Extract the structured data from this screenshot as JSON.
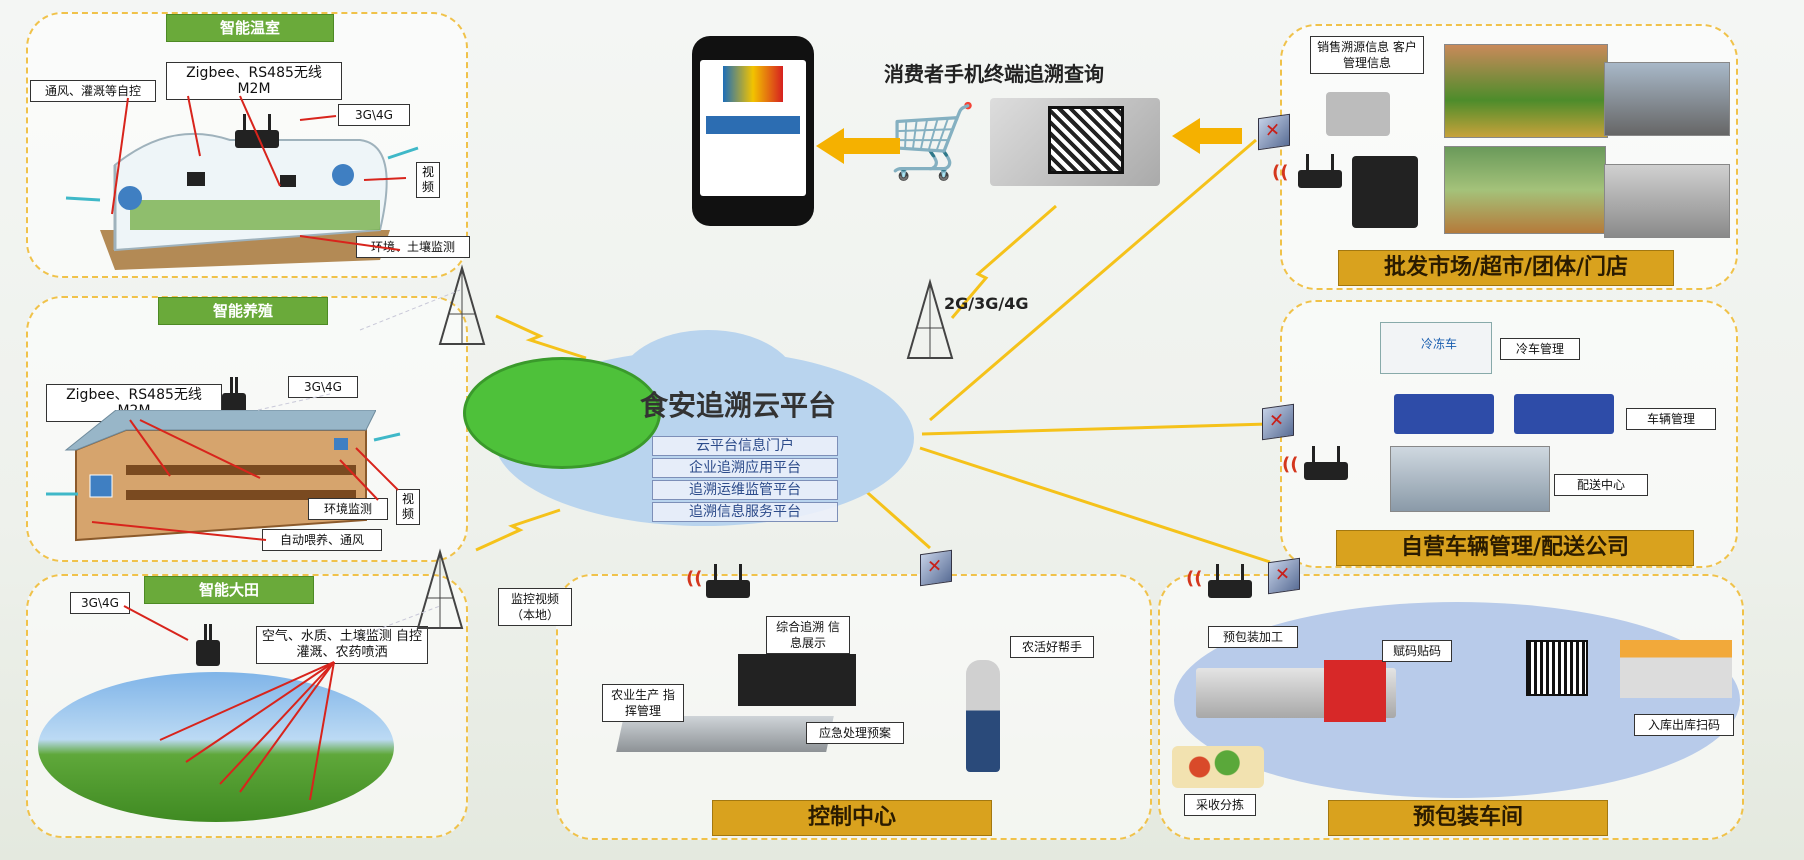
{
  "greenhouse": {
    "title": "智能温室",
    "label_wireless": "Zigbee、RS485无线 M2M",
    "label_vent": "通风、灌溉等自控",
    "label_net": "3G\\4G",
    "label_video": "视频",
    "label_env": "环境、土壤监测"
  },
  "farming": {
    "title": "智能养殖",
    "label_wireless": "Zigbee、RS485无线 M2M",
    "label_net": "3G\\4G",
    "label_env": "环境监测",
    "label_video": "视频",
    "label_feed": "自动喂养、通风"
  },
  "field": {
    "title": "智能大田",
    "label_net": "3G\\4G",
    "label_monitor": "空气、水质、土壤监测 自控灌溉、农药喷洒"
  },
  "consumer": {
    "title": "消费者手机终端追溯查询"
  },
  "network": {
    "label": "2G/3G/4G"
  },
  "cloud": {
    "title": "食安追溯云平台",
    "items": [
      "云平台信息门户",
      "企业追溯应用平台",
      "追溯运维监管平台",
      "追溯信息服务平台"
    ]
  },
  "market": {
    "title": "批发市场/超市/团体/门店",
    "label_info": "销售溯源信息 客户管理信息"
  },
  "vehicles": {
    "title": "自营车辆管理/配送公司",
    "label_cold": "冷车管理",
    "label_vehicle": "车辆管理",
    "label_dispatch": "配送中心",
    "truck_text": "冷冻车"
  },
  "control": {
    "title": "控制中心",
    "label_video": "监控视频 （本地）",
    "label_display": "综合追溯 信息展示",
    "label_helper": "农活好帮手",
    "label_production": "农业生产 指挥管理",
    "label_emergency": "应急处理预案"
  },
  "packing": {
    "title": "预包装车间",
    "label_process": "预包装加工",
    "label_code": "赋码贴码",
    "label_warehouse": "入库出库扫码",
    "label_sort": "采收分拣"
  },
  "colors": {
    "panel_border": "#f0c24a",
    "banner_green": "#6aaa3a",
    "gold_bar": "#d9a21e",
    "arrow_red": "#d8241c",
    "line_gold": "#f5c21a",
    "cloud_blue": "#b9d4ee",
    "cloud_green": "#4ec13a"
  }
}
